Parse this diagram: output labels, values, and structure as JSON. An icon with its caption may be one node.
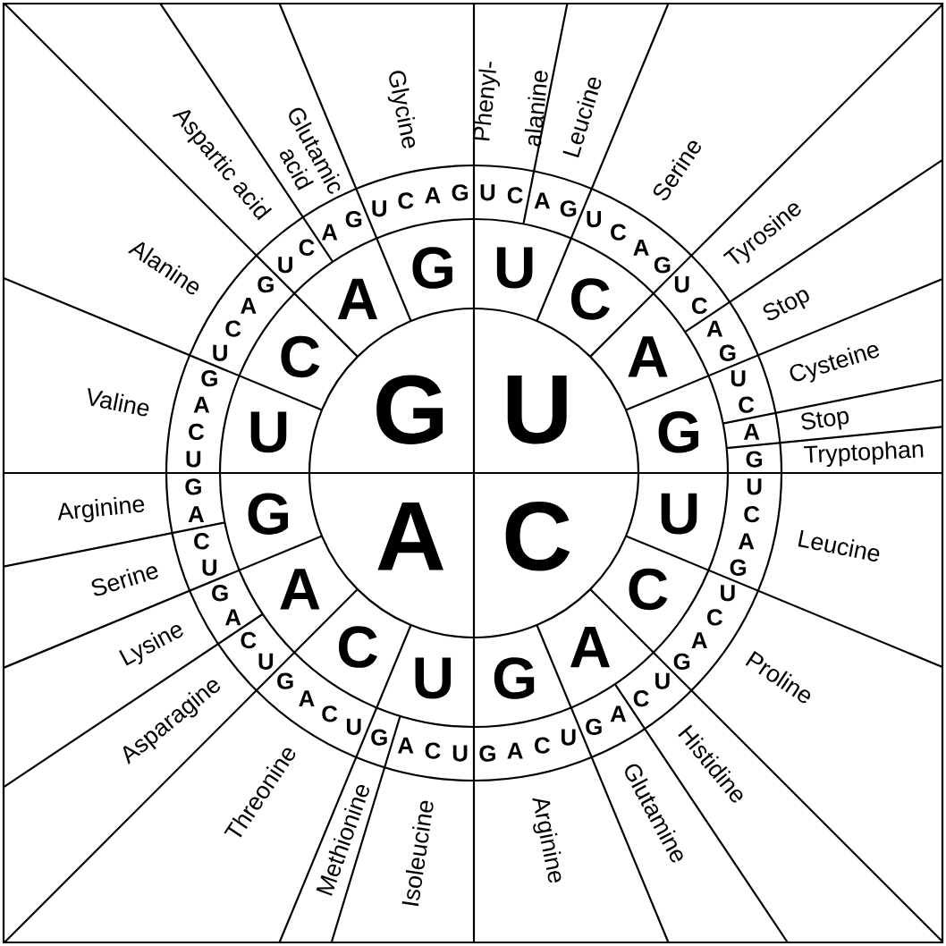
{
  "diagram": {
    "nodes": [
      {
        "text": [
          "U"
        ]
      },
      {
        "text": [
          "C"
        ]
      },
      {
        "text": [
          "A"
        ]
      },
      {
        "text": [
          "G"
        ]
      },
      {
        "text": [
          "U"
        ]
      },
      {
        "text": [
          "C"
        ]
      },
      {
        "text": [
          "A"
        ]
      },
      {
        "text": [
          "G"
        ]
      },
      {
        "text": [
          "U"
        ]
      },
      {
        "text": [
          "C"
        ]
      },
      {
        "text": [
          "A"
        ]
      },
      {
        "text": [
          "G"
        ]
      },
      {
        "text": [
          "U"
        ]
      },
      {
        "text": [
          "C"
        ]
      },
      {
        "text": [
          "A"
        ]
      },
      {
        "text": [
          "G"
        ]
      },
      {
        "text": [
          "U"
        ]
      },
      {
        "text": [
          "C"
        ]
      },
      {
        "text": [
          "A"
        ]
      },
      {
        "text": [
          "G"
        ]
      },
      {
        "text": [
          "U",
          "C"
        ]
      },
      {
        "text": [
          "A",
          "G"
        ]
      },
      {
        "text": [
          "U",
          "C",
          "A",
          "G"
        ]
      },
      {
        "text": [
          "U",
          "C"
        ]
      },
      {
        "text": [
          "A",
          "G"
        ]
      },
      {
        "text": [
          "U",
          "C"
        ]
      },
      {
        "text": [
          "A"
        ]
      },
      {
        "text": [
          "G"
        ]
      },
      {
        "text": [
          "U",
          "C",
          "A",
          "G"
        ]
      },
      {
        "text": [
          "U",
          "C",
          "A",
          "G"
        ]
      },
      {
        "text": [
          "U",
          "C"
        ]
      },
      {
        "text": [
          "A",
          "G"
        ]
      },
      {
        "text": [
          "G",
          "A",
          "C",
          "U"
        ]
      },
      {
        "text": [
          "A",
          "C",
          "U"
        ]
      },
      {
        "text": [
          "G"
        ]
      },
      {
        "text": [
          "G",
          "A",
          "C",
          "U"
        ]
      },
      {
        "text": [
          "C",
          "U"
        ]
      },
      {
        "text": [
          "G",
          "A"
        ]
      },
      {
        "text": [
          "C",
          "U"
        ]
      },
      {
        "text": [
          "G",
          "A"
        ]
      },
      {
        "text": [
          "G",
          "A",
          "C",
          "U"
        ]
      },
      {
        "text": [
          "U",
          "C",
          "A",
          "G"
        ]
      },
      {
        "text": [
          "U",
          "C"
        ]
      },
      {
        "text": [
          "A",
          "G"
        ]
      },
      {
        "text": [
          "U",
          "C",
          "A",
          "G"
        ]
      },
      {
        "text": [
          "Phenyl- alanine"
        ]
      },
      {
        "text": [
          "Leucine"
        ]
      },
      {
        "text": [
          "Serine"
        ]
      },
      {
        "text": [
          "Tyrosine"
        ]
      },
      {
        "text": [
          "Stop"
        ]
      },
      {
        "text": [
          "Cysteine"
        ]
      },
      {
        "text": [
          "Stop"
        ]
      },
      {
        "text": [
          "Tryptophan"
        ]
      },
      {
        "text": [
          "Leucine"
        ]
      },
      {
        "text": [
          "Proline"
        ]
      },
      {
        "text": [
          "Histidine"
        ]
      },
      {
        "text": [
          "Glutamine"
        ]
      },
      {
        "text": [
          "Arginine"
        ]
      },
      {
        "text": [
          "Isoleucine"
        ]
      },
      {
        "text": [
          "Methionine"
        ]
      },
      {
        "text": [
          "Threonine"
        ]
      },
      {
        "text": [
          "Asparagine"
        ]
      },
      {
        "text": [
          "Lysine"
        ]
      },
      {
        "text": [
          "Serine"
        ]
      },
      {
        "text": [
          "Arginine"
        ]
      },
      {
        "text": [
          "Valine"
        ]
      },
      {
        "text": [
          "Alanine"
        ]
      },
      {
        "text": [
          "Aspartic acid"
        ]
      },
      {
        "text": [
          "Glutamic acid"
        ]
      },
      {
        "text": [
          "Glycine"
        ]
      }
    ]
  }
}
